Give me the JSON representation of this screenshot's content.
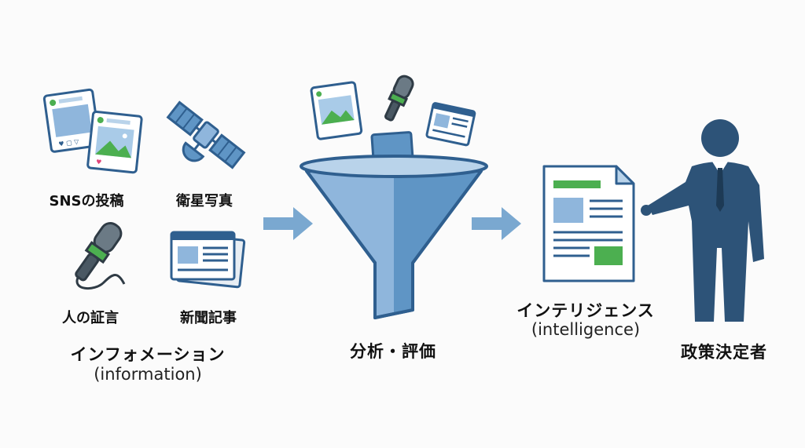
{
  "sources": {
    "sns": "SNSの投稿",
    "satellite": "衛星写真",
    "testimony": "人の証言",
    "newspaper": "新聞記事"
  },
  "information": {
    "label": "インフォメーション",
    "sub": "(information)"
  },
  "analysis": {
    "label": "分析・評価"
  },
  "intelligence": {
    "label": "インテリジェンス",
    "sub": "(intelligence)"
  },
  "decision_maker": {
    "label": "政策決定者"
  },
  "colors": {
    "blue_dark": "#2f5f8f",
    "blue_mid": "#5f95c5",
    "blue_light": "#b9d3ea",
    "green": "#4caf50",
    "arrow": "#7aa8d0",
    "person": "#2d5378"
  }
}
